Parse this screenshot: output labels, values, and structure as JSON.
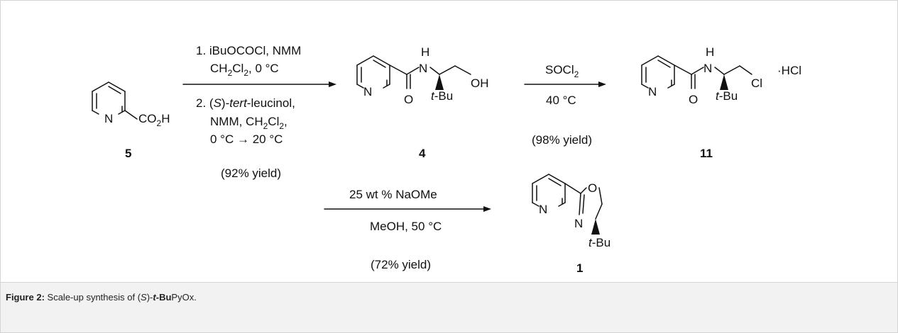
{
  "caption": {
    "prefix": "Figure 2:",
    "pre_s": "Scale-up synthesis of (",
    "s": "S",
    "mid": ")-",
    "tbu": "t",
    "tbu_rest": "-Bu",
    "end": "PyOx."
  },
  "compounds": {
    "c5": {
      "number": "5",
      "n": "N",
      "co2h_a": "CO",
      "co2h_sub": "2",
      "co2h_b": "H"
    },
    "c4": {
      "number": "4",
      "n": "N",
      "nh_h": "H",
      "nh_n": "N",
      "o": "O",
      "oh": "OH",
      "t": "t",
      "bu": "-Bu"
    },
    "c11": {
      "number": "11",
      "n": "N",
      "nh_h": "H",
      "nh_n": "N",
      "o": "O",
      "cl": "Cl",
      "hcl": "·HCl",
      "t": "t",
      "bu": "-Bu"
    },
    "c1": {
      "number": "1",
      "n": "N",
      "ox_o": "O",
      "ox_n": "N",
      "t": "t",
      "bu": "-Bu"
    }
  },
  "steps": {
    "step1": {
      "line1": "1. iBuOCOCl, NMM",
      "line2a": "CH",
      "line2sub": "2",
      "line2b": "Cl",
      "line2sub2": "2",
      "line2c": ", 0 °C",
      "line3a": "2. (",
      "line3s": "S",
      "line3b": ")-",
      "line3tert": "tert",
      "line3c": "-leucinol,",
      "line4a": "NMM, CH",
      "line4sub": "2",
      "line4b": "Cl",
      "line4sub2": "2",
      "line4c": ",",
      "line5": "0 °C → 20 °C",
      "yield": "(92% yield)"
    },
    "step2": {
      "reagent_a": "SOCl",
      "reagent_sub": "2",
      "conditions": "40 °C",
      "yield": "(98% yield)"
    },
    "step3": {
      "reagent": "25 wt % NaOMe",
      "conditions": "MeOH, 50 °C",
      "yield": "(72% yield)"
    }
  }
}
